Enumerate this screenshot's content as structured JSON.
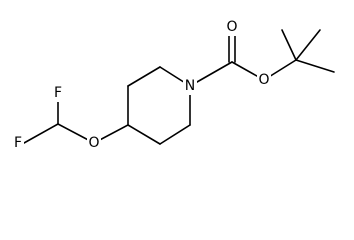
{
  "molecule": {
    "atoms": {
      "n1": "N",
      "o_carbonyl": "O",
      "o_ester": "O",
      "o_ether": "O",
      "f1": "F",
      "f2": "F"
    }
  },
  "colors": {
    "bond": "#000000",
    "text": "#000000",
    "background": "#ffffff"
  }
}
